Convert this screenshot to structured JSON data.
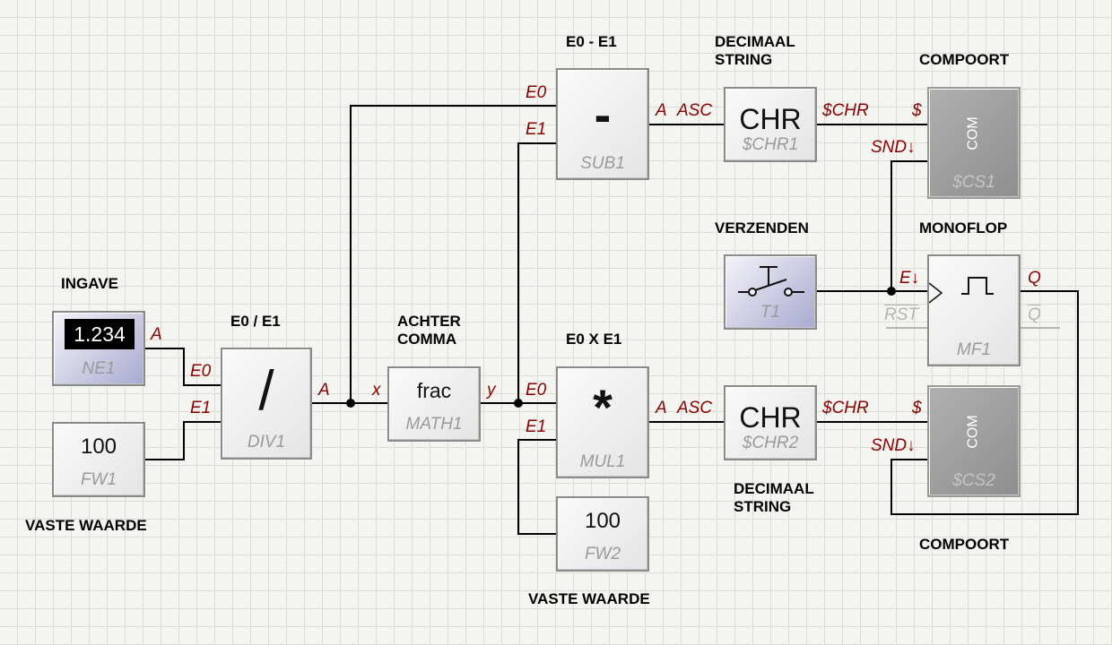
{
  "headings": {
    "ingave": "INGAVE",
    "vaste_waarde_1": "VASTE WAARDE",
    "div": "E0 / E1",
    "achter_comma": "ACHTER\nCOMMA",
    "sub": "E0 - E1",
    "mul": "E0 X E1",
    "vaste_waarde_2": "VASTE WAARDE",
    "decimaal_string_1": "DECIMAAL\nSTRING",
    "decimaal_string_2": "DECIMAAL\nSTRING",
    "verzenden": "VERZENDEN",
    "compoort_1": "COMPOORT",
    "monoflop": "MONOFLOP",
    "compoort_2": "COMPOORT"
  },
  "blocks": {
    "ne1": {
      "display": "1.234",
      "id": "NE1"
    },
    "fw1": {
      "value": "100",
      "id": "FW1"
    },
    "div1": {
      "symbol": "/",
      "id": "DIV1"
    },
    "math1": {
      "symbol": "frac",
      "id": "MATH1"
    },
    "sub1": {
      "symbol": "-",
      "id": "SUB1"
    },
    "mul1": {
      "symbol": "*",
      "id": "MUL1"
    },
    "fw2": {
      "value": "100",
      "id": "FW2"
    },
    "chr1": {
      "symbol": "CHR",
      "id": "$CHR1"
    },
    "chr2": {
      "symbol": "CHR",
      "id": "$CHR2"
    },
    "cs1": {
      "label": "COM",
      "id": "$CS1"
    },
    "cs2": {
      "label": "COM",
      "id": "$CS2"
    },
    "t1": {
      "id": "T1"
    },
    "mf1": {
      "id": "MF1"
    }
  },
  "ports": {
    "ne1_a": "A",
    "div1_e0": "E0",
    "div1_e1": "E1",
    "div1_a": "A",
    "math1_x": "x",
    "math1_y": "y",
    "sub1_e0": "E0",
    "sub1_e1": "E1",
    "sub1_a": "A",
    "chr1_asc": "ASC",
    "chr1_out": "$CHR",
    "cs1_in": "$",
    "cs1_snd": "SND↓",
    "mul1_e0": "E0",
    "mul1_e1": "E1",
    "mul1_a": "A",
    "chr2_asc": "ASC",
    "chr2_out": "$CHR",
    "cs2_in": "$",
    "cs2_snd": "SND↓",
    "mf1_e": "E↓",
    "mf1_rst": "RST",
    "mf1_q": "Q",
    "mf1_qbar": "Q"
  },
  "colors": {
    "wire": "#000000",
    "port_label": "#8b0000",
    "block_border": "#8a8a8a",
    "input_block": "#a9a9d0",
    "com_block": "#9a9a9a",
    "grid": "#dcdcd4"
  }
}
